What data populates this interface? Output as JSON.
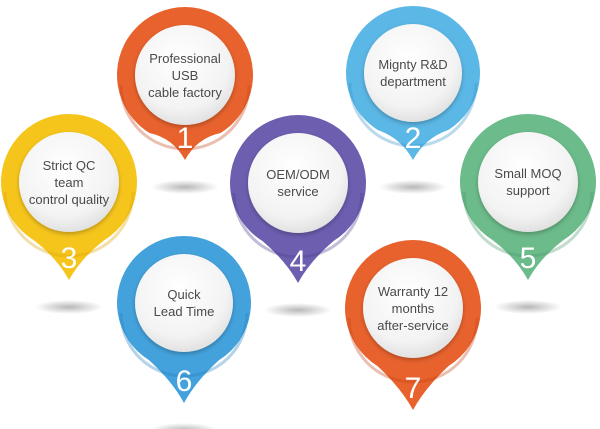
{
  "pins": [
    {
      "label": "Professional\nUSB\ncable factory",
      "number": "1",
      "color": "#e8622d",
      "color_dark": "#c4471a"
    },
    {
      "label": "Mignty R&D\ndepartment",
      "number": "2",
      "color": "#5bb7e6",
      "color_dark": "#3a94c9"
    },
    {
      "label": "Strict QC\nteam\ncontrol quality",
      "number": "3",
      "color": "#f6c51c",
      "color_dark": "#dea30a"
    },
    {
      "label": "OEM/ODM\nservice",
      "number": "4",
      "color": "#6d5eb0",
      "color_dark": "#4e418f"
    },
    {
      "label": "Small MOQ\nsupport",
      "number": "5",
      "color": "#6cbb8a",
      "color_dark": "#4e9c6d"
    },
    {
      "label": "Quick\nLead Time",
      "number": "6",
      "color": "#43a2dc",
      "color_dark": "#2a82bd"
    },
    {
      "label": "Warranty 12\nmonths\nafter-service",
      "number": "7",
      "color": "#e8622d",
      "color_dark": "#c4471a"
    }
  ]
}
